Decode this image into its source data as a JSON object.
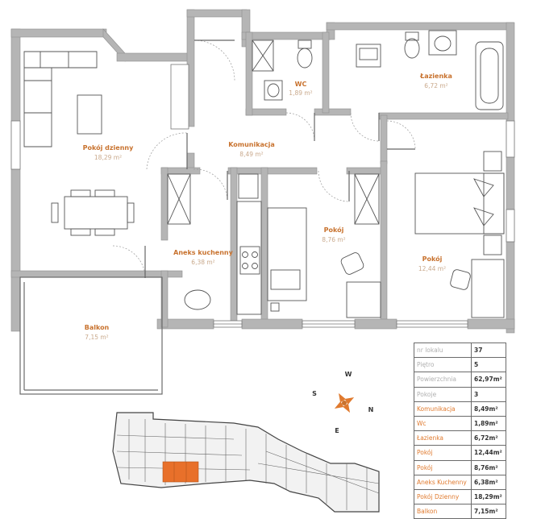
{
  "rooms": {
    "pokoj_dzienny": {
      "name": "Pokój dzienny",
      "area": "18,29 m²"
    },
    "komunikacja": {
      "name": "Komunikacja",
      "area": "8,49 m²"
    },
    "wc": {
      "name": "WC",
      "area": "1,89 m²"
    },
    "lazienka": {
      "name": "Łazienka",
      "area": "6,72 m²"
    },
    "aneks": {
      "name": "Aneks kuchenny",
      "area": "6,38 m²"
    },
    "pokoj_middle": {
      "name": "Pokój",
      "area": "8,76 m²"
    },
    "pokoj_right": {
      "name": "Pokój",
      "area": "12,44 m²"
    },
    "balkon": {
      "name": "Balkon",
      "area": "7,15 m²"
    }
  },
  "info_table": [
    {
      "label": "nr lokalu",
      "value": "37",
      "highlight": false
    },
    {
      "label": "Piętro",
      "value": "5",
      "highlight": false
    },
    {
      "label": "Powierzchnia",
      "value": "62,97m²",
      "highlight": false
    },
    {
      "label": "Pokoje",
      "value": "3",
      "highlight": false
    },
    {
      "label": "Komunikacja",
      "value": "8,49m²",
      "highlight": true
    },
    {
      "label": "Wc",
      "value": "1,89m²",
      "highlight": true
    },
    {
      "label": "Łazienka",
      "value": "6,72m²",
      "highlight": true
    },
    {
      "label": "Pokój",
      "value": "12,44m²",
      "highlight": true
    },
    {
      "label": "Pokój",
      "value": "8,76m²",
      "highlight": true
    },
    {
      "label": "Aneks Kuchenny",
      "value": "6,38m²",
      "highlight": true
    },
    {
      "label": "Pokój Dzienny",
      "value": "18,29m²",
      "highlight": true
    },
    {
      "label": "Balkon",
      "value": "7,15m²",
      "highlight": true
    }
  ],
  "compass": {
    "n": "N",
    "s": "S",
    "e": "E",
    "w": "W"
  },
  "colors": {
    "wall": "#b5b5b5",
    "wall_dark": "#9a9a9a",
    "accent": "#e07a2e",
    "furniture": "#555555",
    "highlight_unit": "#e8702a"
  }
}
